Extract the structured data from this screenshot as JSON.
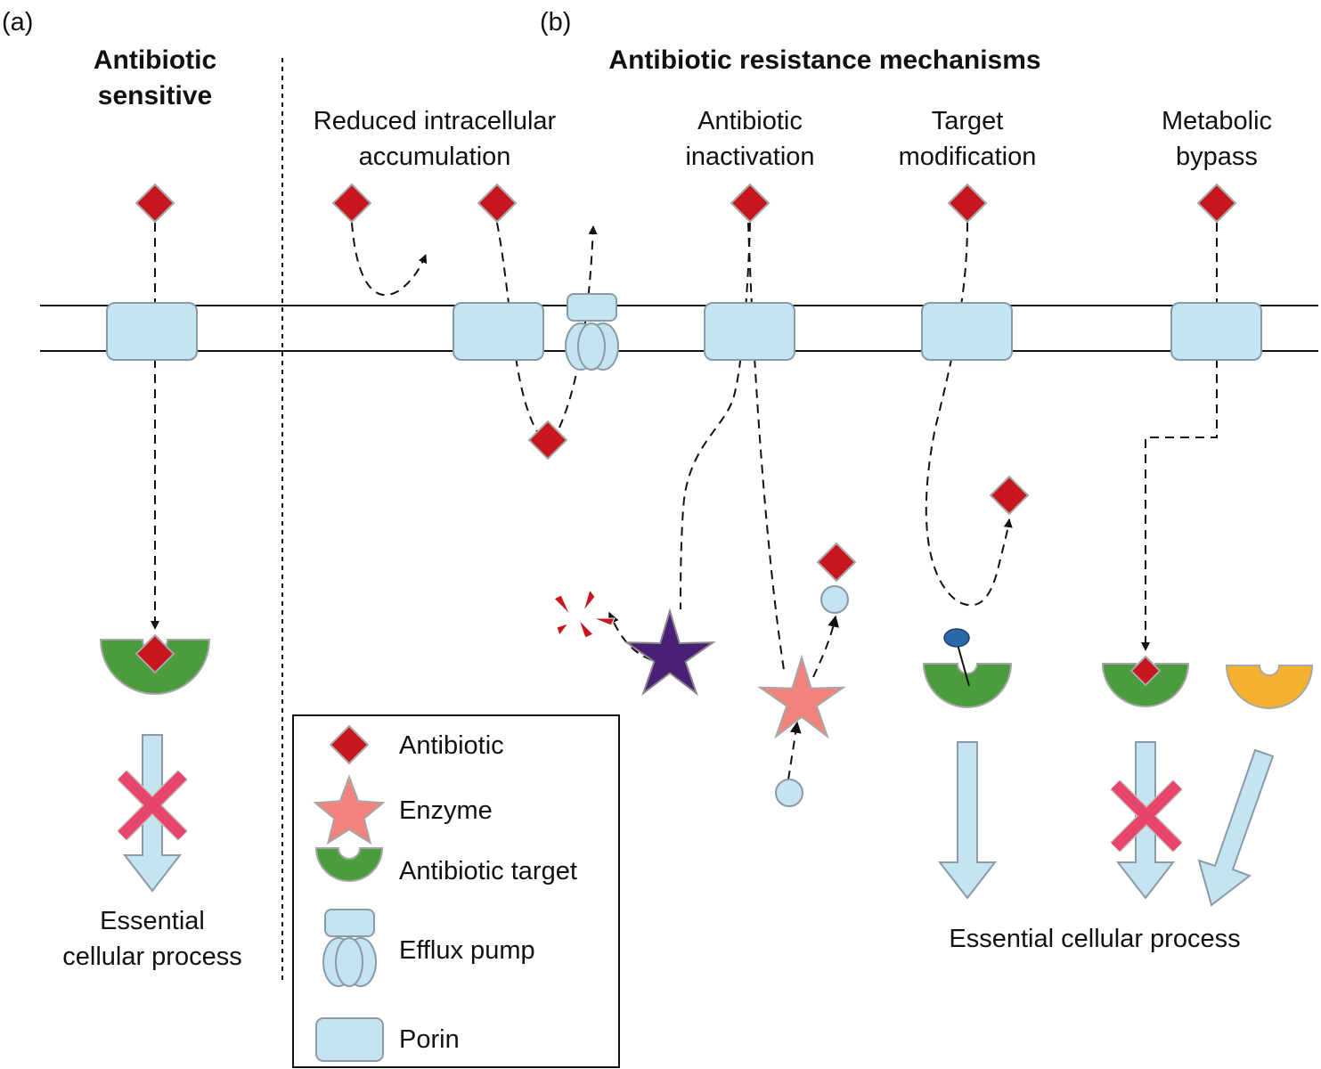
{
  "panels": {
    "a": {
      "letter": "(a)",
      "title_line1": "Antibiotic",
      "title_line2": "sensitive",
      "outcome_line1": "Essential",
      "outcome_line2": "cellular process"
    },
    "b": {
      "letter": "(b)",
      "title": "Antibiotic resistance mechanisms",
      "outcome": "Essential cellular process"
    }
  },
  "mechanisms": [
    {
      "line1": "Reduced intracellular",
      "line2": "accumulation"
    },
    {
      "line1": "Antibiotic",
      "line2": "inactivation"
    },
    {
      "line1": "Target",
      "line2": "modification"
    },
    {
      "line1": "Metabolic",
      "line2": "bypass"
    }
  ],
  "legend": {
    "antibiotic": "Antibiotic",
    "enzyme": "Enzyme",
    "target": "Antibiotic target",
    "efflux": "Efflux pump",
    "porin": "Porin"
  },
  "colors": {
    "antibiotic": "#c8161e",
    "porin": "#c5e4f2",
    "target_green": "#4a9c3c",
    "target_orange": "#f6b02f",
    "enzyme": "#f2837c",
    "enzyme_dark": "#4a2077",
    "blocked": "#e8456a",
    "modifier": "#2b68a8"
  }
}
